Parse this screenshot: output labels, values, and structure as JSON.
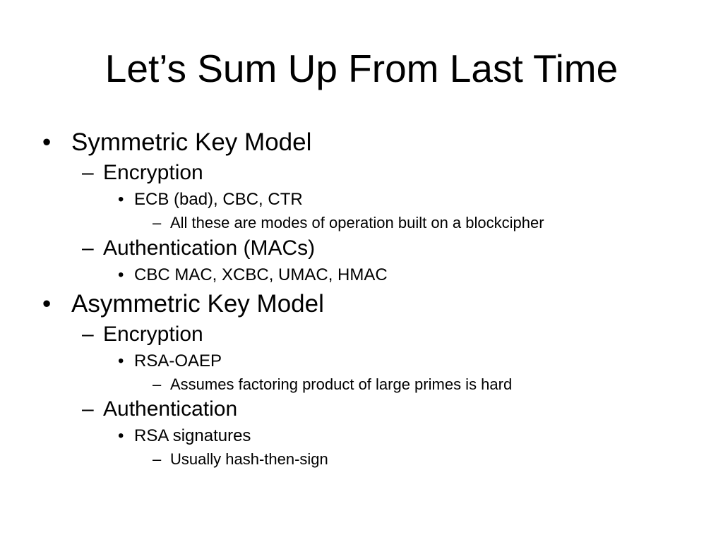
{
  "slide": {
    "title": "Let’s Sum Up From Last Time",
    "markers": {
      "bullet": "•",
      "dash": "–"
    },
    "items": [
      {
        "level": 1,
        "text": "Symmetric Key Model"
      },
      {
        "level": 2,
        "text": "Encryption"
      },
      {
        "level": 3,
        "text": "ECB (bad), CBC, CTR"
      },
      {
        "level": 4,
        "text": "All these are modes of operation built on a blockcipher"
      },
      {
        "level": 2,
        "text": "Authentication (MACs)"
      },
      {
        "level": 3,
        "text": "CBC MAC, XCBC, UMAC, HMAC"
      },
      {
        "level": 1,
        "text": "Asymmetric Key Model"
      },
      {
        "level": 2,
        "text": "Encryption"
      },
      {
        "level": 3,
        "text": "RSA-OAEP"
      },
      {
        "level": 4,
        "text": "Assumes factoring product of large primes is hard"
      },
      {
        "level": 2,
        "text": "Authentication"
      },
      {
        "level": 3,
        "text": "RSA signatures"
      },
      {
        "level": 4,
        "text": "Usually hash-then-sign"
      }
    ]
  }
}
